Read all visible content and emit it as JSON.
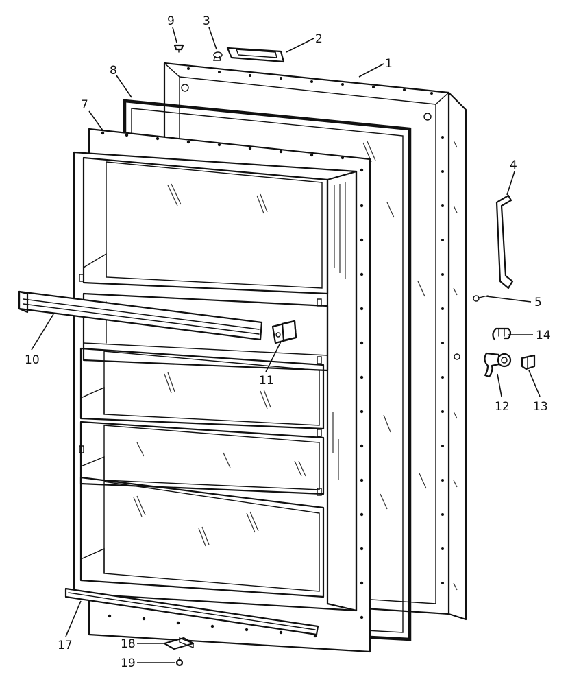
{
  "callouts": {
    "c1": "1",
    "c2": "2",
    "c3": "3",
    "c4": "4",
    "c5": "5",
    "c7": "7",
    "c8": "8",
    "c9": "9",
    "c10": "10",
    "c11": "11",
    "c12": "12",
    "c13": "13",
    "c14": "14",
    "c17": "17",
    "c18": "18",
    "c19": "19"
  }
}
